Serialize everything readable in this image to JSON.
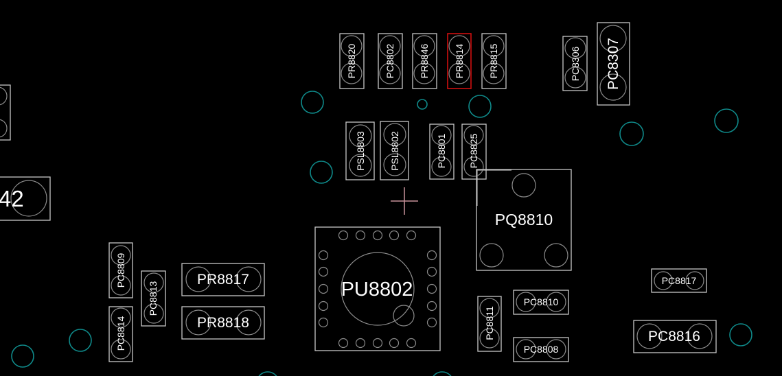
{
  "view": {
    "type": "pcb-layout-viewer",
    "background_color": "#000000",
    "outline_color": "#c8c8c8",
    "selected_color": "#d01010",
    "via_color": "#0f8a8a",
    "cursor_color": "#c9929a"
  },
  "selected_component": "PR8814",
  "components": [
    {
      "ref": "PR8820",
      "label": "PR8820"
    },
    {
      "ref": "PC8802",
      "label": "PC8802"
    },
    {
      "ref": "PR8846",
      "label": "PR8846"
    },
    {
      "ref": "PR8814",
      "label": "PR8814",
      "selected": true
    },
    {
      "ref": "PR8815",
      "label": "PR8815"
    },
    {
      "ref": "PC8306",
      "label": "PC8306"
    },
    {
      "ref": "PC8307",
      "label": "PC8307"
    },
    {
      "ref": "PSL8803",
      "label": "PSL8803"
    },
    {
      "ref": "PSL8802",
      "label": "PSL8802"
    },
    {
      "ref": "PC8801",
      "label": "PC8801"
    },
    {
      "ref": "PC8825",
      "label": "PC8825"
    },
    {
      "ref": "PQ8810",
      "label": "PQ8810"
    },
    {
      "ref": "PU8802",
      "label": "PU8802"
    },
    {
      "ref": "PC8809",
      "label": "PC8809"
    },
    {
      "ref": "PC8813",
      "label": "PC8813"
    },
    {
      "ref": "PC8814",
      "label": "PC8814"
    },
    {
      "ref": "PR8817",
      "label": "PR8817"
    },
    {
      "ref": "PR8818",
      "label": "PR8818"
    },
    {
      "ref": "PC8811",
      "label": "PC8811"
    },
    {
      "ref": "PC8810",
      "label": "PC8810"
    },
    {
      "ref": "PC8808",
      "label": "PC8808"
    },
    {
      "ref": "PC8817",
      "label": "PC8817"
    },
    {
      "ref": "PC8816",
      "label": "PC8816"
    },
    {
      "ref": "partial-left",
      "label": "42"
    }
  ]
}
